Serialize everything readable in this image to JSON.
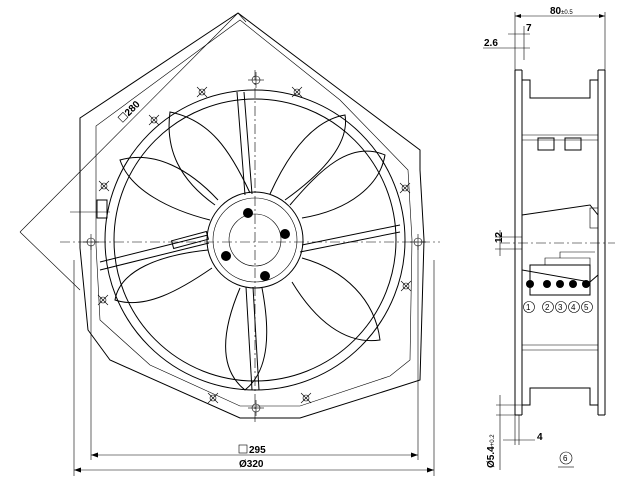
{
  "front_view": {
    "dims": {
      "square_295": "295",
      "dia_320": "Ø320",
      "diag_280": "280"
    }
  },
  "side_view": {
    "dims": {
      "depth_label": "80",
      "depth_tol": "±0.5",
      "d7": "7",
      "d2_6": "2.6",
      "d12": "12",
      "hole_label": "Ø5.4",
      "hole_tol": "+0.2",
      "d4": "4"
    },
    "terminals": [
      "1",
      "2",
      "3",
      "4",
      "5"
    ],
    "view_marker": "6"
  }
}
